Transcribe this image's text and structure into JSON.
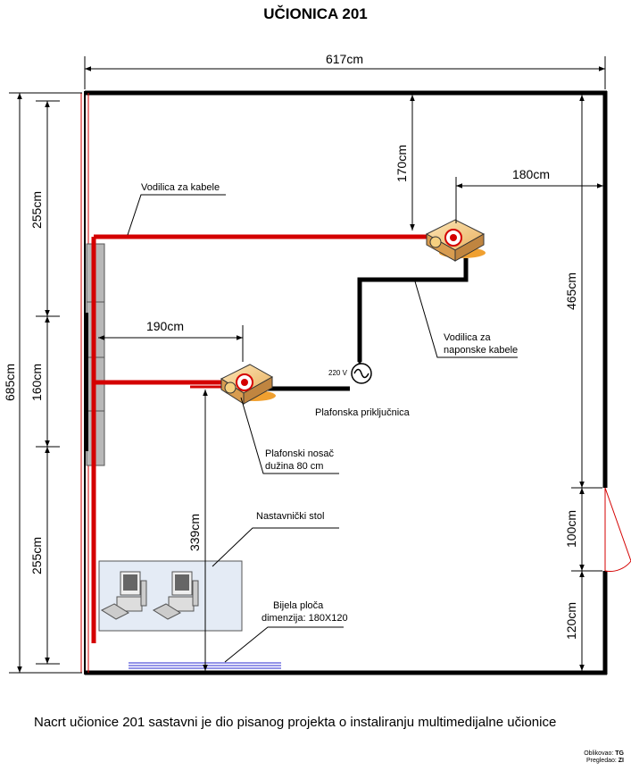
{
  "title": "UČIONICA 201",
  "dimensions": {
    "top_width": "617cm",
    "left_total": "685cm",
    "left_upper": "255cm",
    "left_middle": "160cm",
    "left_lower": "255cm",
    "proj1_from_top": "170cm",
    "proj1_from_right": "180cm",
    "proj2_from_left": "190cm",
    "proj2_to_board": "339cm",
    "right_upper": "465cm",
    "door": "100cm",
    "right_lower": "120cm"
  },
  "labels": {
    "cable_guide": "Vodilica za kabele",
    "power_guide_line1": "Vodilica za",
    "power_guide_line2": "naponske kabele",
    "outlet_voltage": "220 V",
    "ceiling_outlet": "Plafonska priključnica",
    "mount_line1": "Plafonski nosač",
    "mount_line2": "dužina 80 cm",
    "teacher_desk": "Nastavnički stol",
    "whiteboard_line1": "Bijela ploča",
    "whiteboard_line2": "dimenzija: 180X120"
  },
  "caption": "Nacrt učionice 201 sastavni je dio pisanog projekta o instaliranju multimedijalne učionice",
  "signoff": {
    "designed_label": "Oblikovao:",
    "designed_by": "TG",
    "reviewed_label": "Pregledao:",
    "reviewed_by": "ZI"
  },
  "colors": {
    "wall": "#000000",
    "cable": "#d40000",
    "projector": "#f5c97a",
    "projector_shadow": "#f0a030",
    "desk": "#e4ebf5",
    "whiteboard": "#2a2ad0"
  }
}
